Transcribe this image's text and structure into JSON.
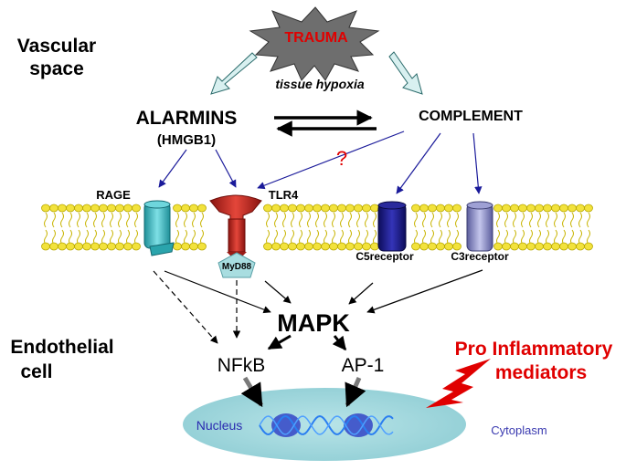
{
  "labels": {
    "vascular_line1": "Vascular",
    "vascular_line2": "space",
    "trauma": "TRAUMA",
    "tissue_hypoxia": "tissue hypoxia",
    "alarmins": "ALARMINS",
    "hmgb1": "(HMGB1)",
    "complement": "COMPLEMENT",
    "question": "?",
    "rage": "RAGE",
    "tlr4": "TLR4",
    "myd88": "MyD88",
    "c5receptor": "C5receptor",
    "c3receptor": "C3receptor",
    "mapk": "MAPK",
    "endothelial_line1": "Endothelial",
    "endothelial_line2": "cell",
    "nfkb": "NFkB",
    "ap1": "AP-1",
    "pro_line1": "Pro Inflammatory",
    "pro_line2": "mediators",
    "nucleus": "Nucleus",
    "cytoplasm": "Cytoplasm"
  },
  "colors": {
    "trauma_text": "#e00000",
    "starburst": "#6e6e6e",
    "arrow_blue": "#1a1a9a",
    "question": "#e00000",
    "rage_receptor": "#3fbcc4",
    "tlr4_receptor": "#c0281e",
    "myd88_node": "#a8dde0",
    "c5_receptor": "#1a1a8c",
    "c3_receptor": "#8a8cc8",
    "lipid_head": "#f2e23c",
    "nucleus_fill": "#9fd6dc",
    "dna_strand": "#2a7ef0",
    "nucleus_text": "#2a2ab0",
    "cytoplasm_text": "#3a3ab0",
    "pro_inflammatory_text": "#e00000",
    "lightning": "#e00000"
  }
}
